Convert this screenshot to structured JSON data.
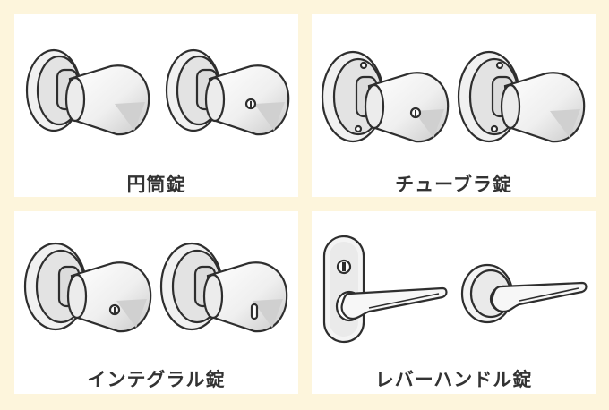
{
  "colors": {
    "background": "#fdf5dc",
    "panel": "#ffffff",
    "stroke": "#2e2e2e",
    "metal_light": "#f4f4f4",
    "metal_shade": "#cfcfcf",
    "text": "#333333"
  },
  "panels": [
    {
      "label": "円筒錠",
      "items": [
        "cylindrical-knob",
        "cylindrical-knob-keyed"
      ]
    },
    {
      "label": "チューブラ錠",
      "items": [
        "tubular-knob-keyed",
        "tubular-knob"
      ]
    },
    {
      "label": "インテグラル錠",
      "items": [
        "integral-knob-keyed",
        "integral-knob-thumbturn"
      ]
    },
    {
      "label": "レバーハンドル錠",
      "items": [
        "lever-handle-backplate",
        "lever-handle-round-rose"
      ]
    }
  ]
}
